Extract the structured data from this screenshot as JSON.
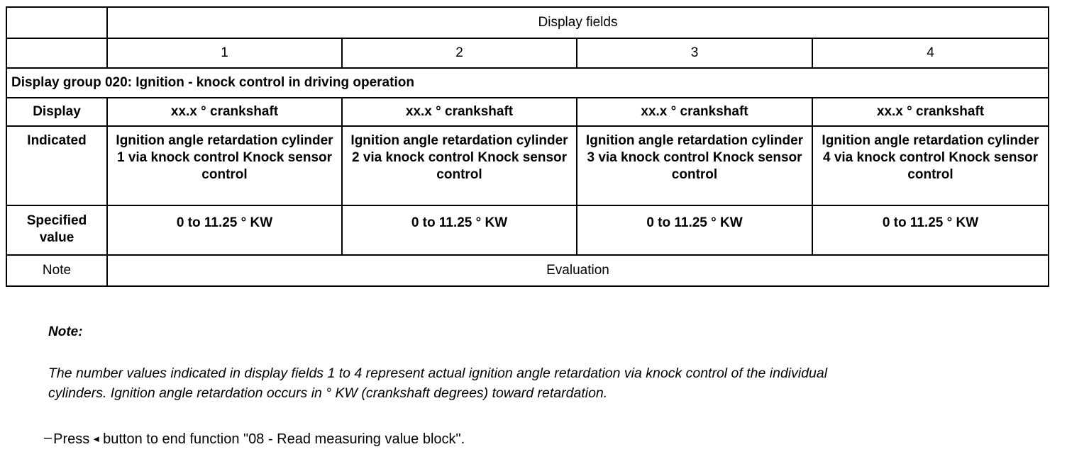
{
  "table": {
    "header": {
      "corner_label": "",
      "display_fields_label": "Display fields",
      "field_numbers": [
        "1",
        "2",
        "3",
        "4"
      ]
    },
    "group_row": {
      "label": "Display group 020: Ignition - knock control in driving operation"
    },
    "rows": [
      {
        "label": "Display",
        "cells": [
          "xx.x ° crankshaft",
          "xx.x ° crankshaft",
          "xx.x ° crankshaft",
          "xx.x ° crankshaft"
        ]
      },
      {
        "label": "Indicated",
        "cells": [
          "Ignition angle retardation cylinder 1 via knock control Knock sensor control",
          "Ignition angle retardation cylinder 2 via knock control Knock sensor control",
          "Ignition angle retardation cylinder 3 via knock control Knock sensor control",
          "Ignition angle retardation cylinder 4 via knock control Knock sensor control"
        ]
      },
      {
        "label": "Specified value",
        "cells": [
          "0 to 11.25 ° KW",
          "0 to 11.25 ° KW",
          "0 to 11.25 ° KW",
          "0 to 11.25 ° KW"
        ]
      }
    ],
    "note_row": {
      "label": "Note",
      "value": "Evaluation"
    }
  },
  "notes": {
    "title": "Note:",
    "paragraph_line_1": "The number values indicated in display fields 1 to 4 represent actual ignition angle retardation via knock control of the individual",
    "paragraph_line_2": "cylinders. Ignition angle retardation occurs in ° KW (crankshaft degrees) toward retardation.",
    "press_dash": "–",
    "press_prefix": "Press",
    "press_arrow": "◄",
    "press_suffix": "button to end function \"08 - Read measuring value block\"."
  },
  "colors": {
    "border": "#000000",
    "text": "#000000",
    "background": "#ffffff"
  }
}
